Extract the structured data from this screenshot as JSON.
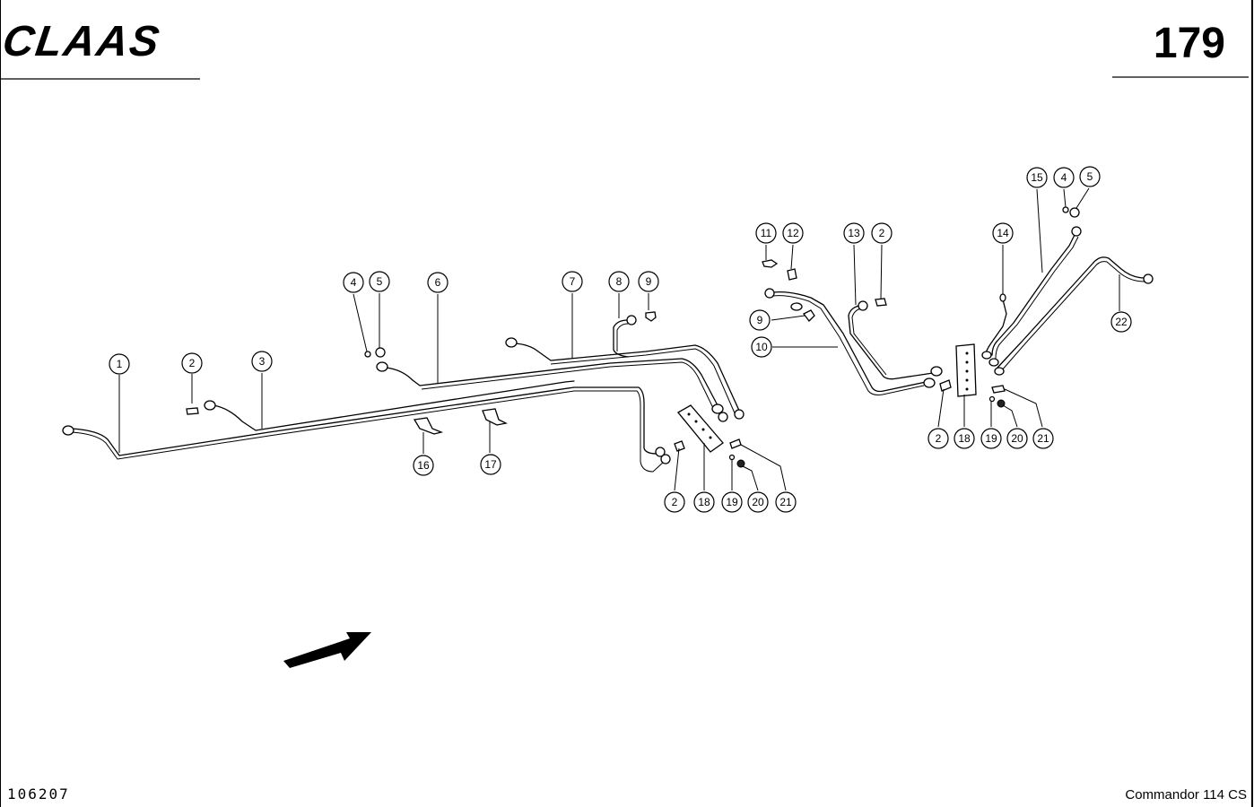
{
  "header": {
    "brand": "CLAAS",
    "page_number": "179"
  },
  "footer": {
    "document_number": "106207",
    "model": "Commandor 114 CS"
  },
  "callouts": [
    "1",
    "2",
    "3",
    "4",
    "5",
    "6",
    "7",
    "8",
    "9",
    "11",
    "12",
    "9",
    "10",
    "13",
    "2",
    "15",
    "4",
    "5",
    "14",
    "22",
    "16",
    "17",
    "2",
    "18",
    "19",
    "20",
    "21",
    "2",
    "18",
    "19",
    "20",
    "21"
  ]
}
